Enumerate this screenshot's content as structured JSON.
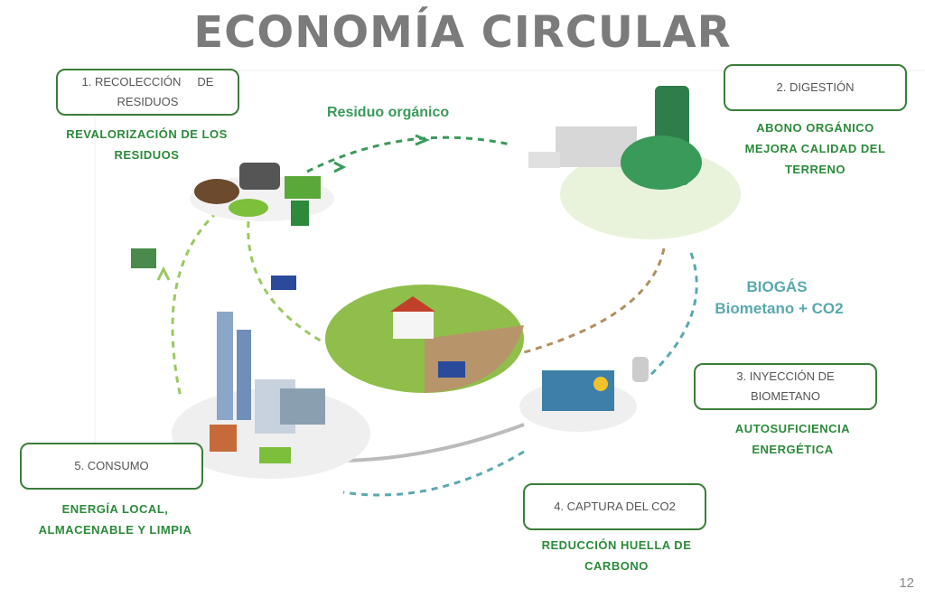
{
  "title": "ECONOMÍA CIRCULAR",
  "steps": [
    {
      "label": "1. RECOLECCIÓN     DE RESIDUOS",
      "benefit_1": "REVALORIZACIÓN DE LOS",
      "benefit_2": "RESIDUOS"
    },
    {
      "label": "2. DIGESTIÓN",
      "benefit_1": "ABONO ORGÁNICO",
      "benefit_2": "MEJORA CALIDAD DEL",
      "benefit_3": "TERRENO"
    },
    {
      "label_1": "3. INYECCIÓN DE",
      "label_2": "BIOMETANO",
      "benefit_1": "AUTOSUFICIENCIA",
      "benefit_2": "ENERGÉTICA"
    },
    {
      "label": "4. CAPTURA DEL CO2",
      "benefit_1": "REDUCCIÓN HUELLA DE",
      "benefit_2": "CARBONO"
    },
    {
      "label": "5. CONSUMO",
      "benefit_1": "ENERGÍA LOCAL,",
      "benefit_2": "ALMACENABLE Y LIMPIA"
    }
  ],
  "flow_label": "Residuo orgánico",
  "biogas_title": "BIOGÁS",
  "biogas_sub": "Biometano + CO2",
  "page_number": "12",
  "colors": {
    "green": "#2b8a3a",
    "teal": "#5aa9ae",
    "title": "#7b7b7b"
  }
}
